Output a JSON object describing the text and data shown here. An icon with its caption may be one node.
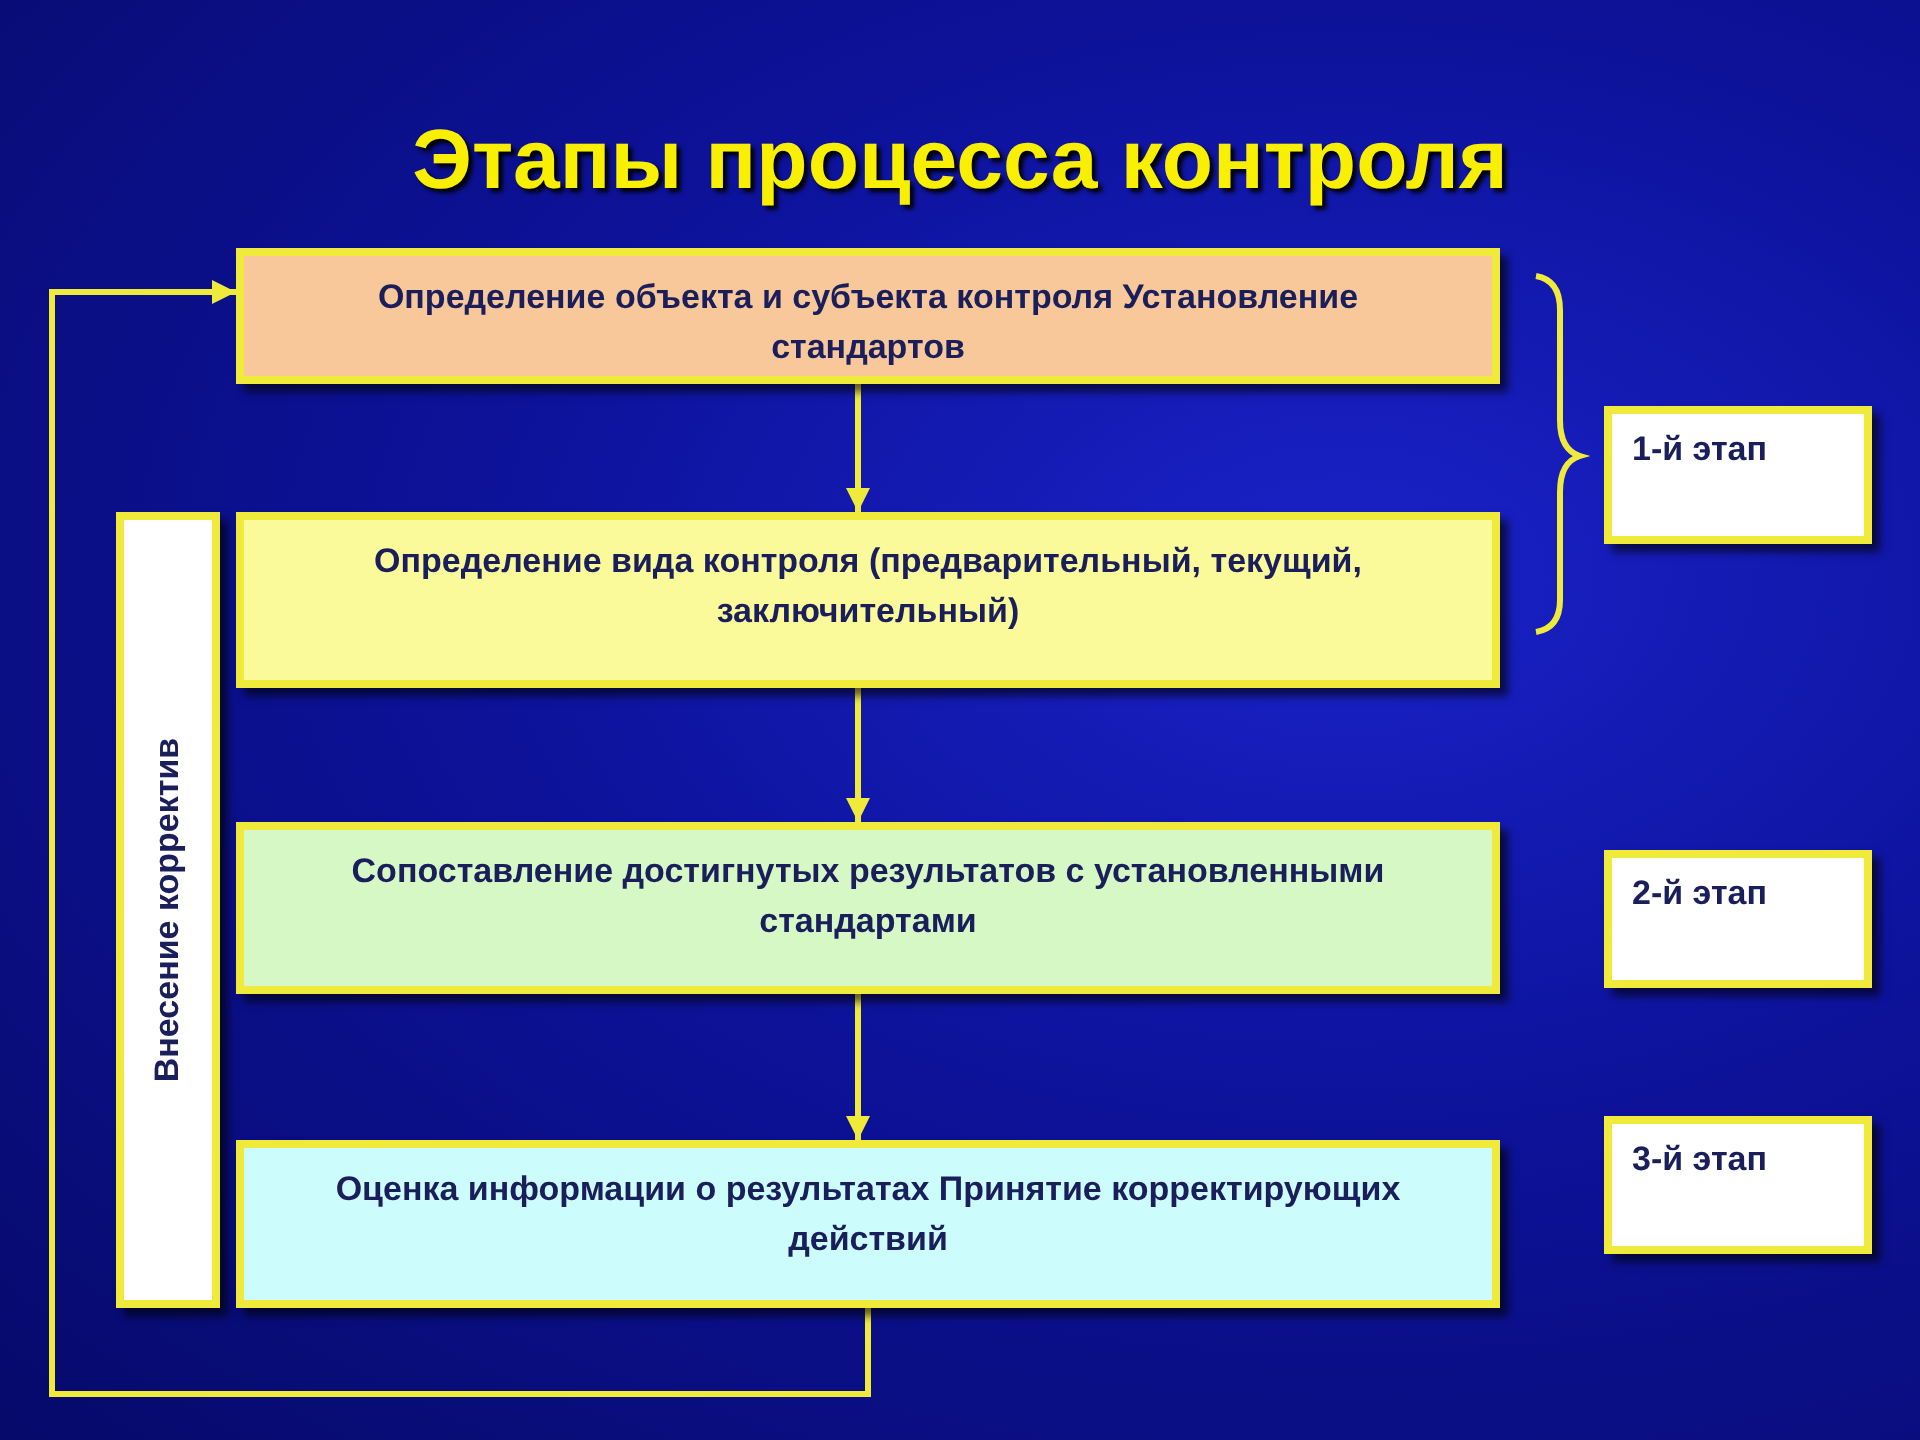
{
  "diagram": {
    "title": "Этапы процесса контроля",
    "nodes": [
      {
        "text": [
          "Определение объекта и субъекта контроля Установление стандартов"
        ]
      },
      {
        "text": [
          "Определение вида контроля (предварительный, текущий, заключительный)"
        ]
      },
      {
        "text": [
          "Сопоставление достигнутых результатов с установленными стандартами"
        ]
      },
      {
        "text": [
          "Оценка информации о результатах Принятие корректирующих действий"
        ]
      },
      {
        "text": [
          "Внесение корректив"
        ]
      },
      {
        "text": [
          "1-й этап"
        ]
      },
      {
        "text": [
          "2-й этап"
        ]
      },
      {
        "text": [
          "3-й этап"
        ]
      }
    ],
    "edges": [
      {
        "from": 0,
        "to": 1,
        "arrow": "to"
      },
      {
        "from": 1,
        "to": 2,
        "arrow": "to"
      },
      {
        "from": 2,
        "to": 3,
        "arrow": "to"
      },
      {
        "from": 3,
        "to": 0,
        "arrow": "to"
      }
    ]
  }
}
